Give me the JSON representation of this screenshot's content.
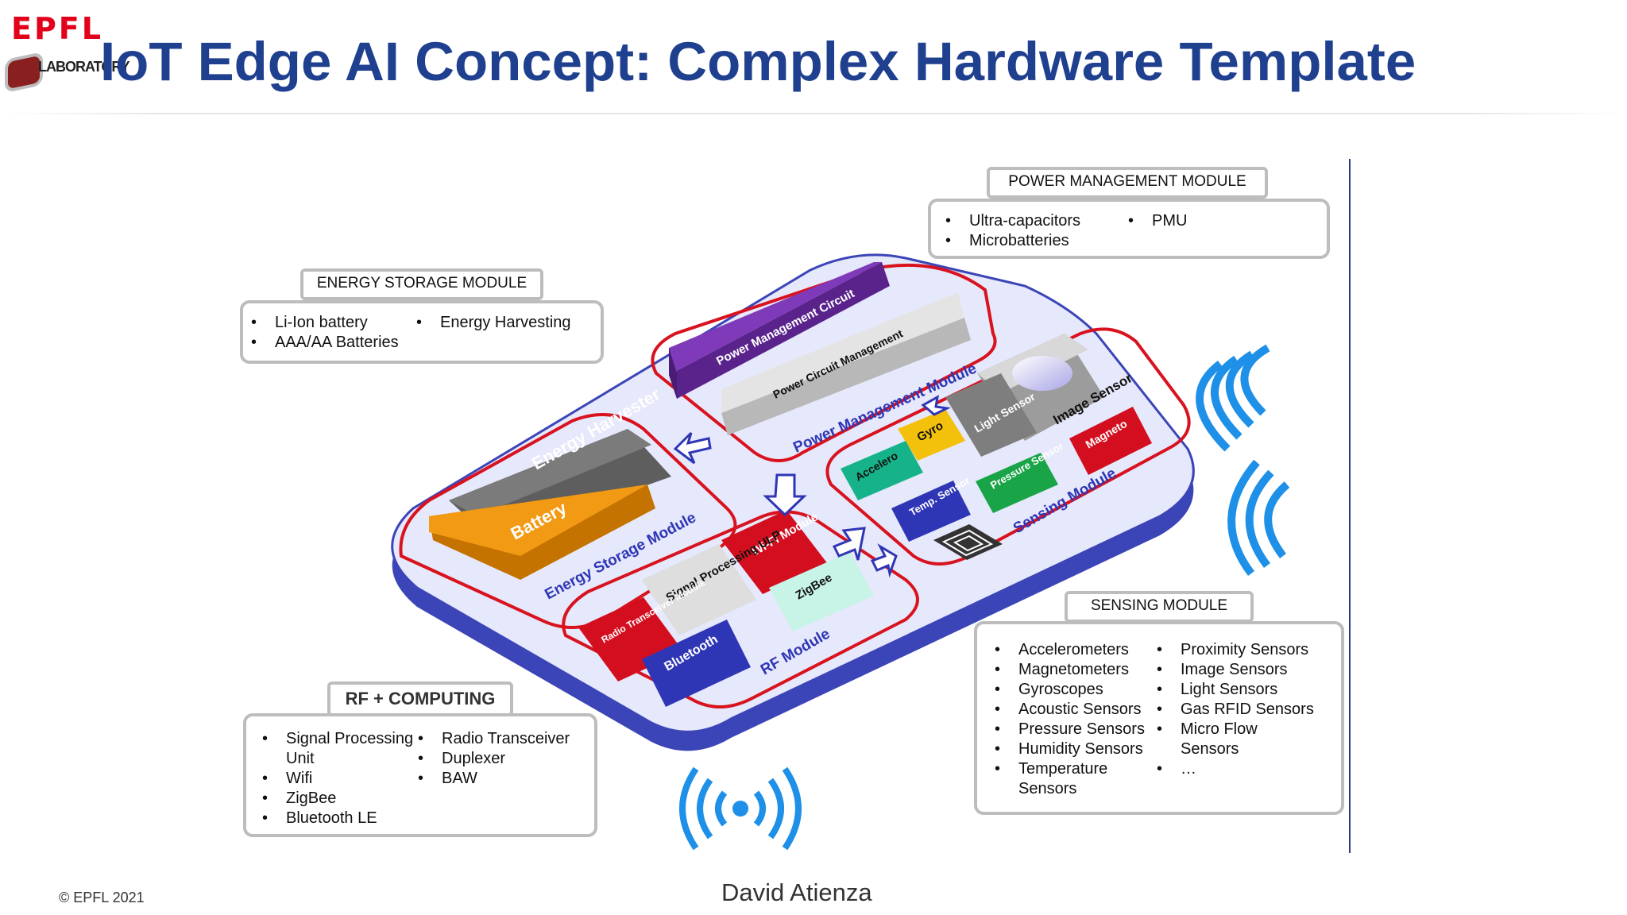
{
  "header": {
    "logo_text": "EPFL",
    "lab_logo_text": "LABORATORY",
    "title": "IoT Edge AI Concept: Complex Hardware Template"
  },
  "power_module_box": {
    "tab": "POWER MANAGEMENT MODULE",
    "items_left": [
      "Ultra-capacitors",
      "Microbatteries"
    ],
    "items_right": [
      "PMU"
    ]
  },
  "energy_module_box": {
    "tab": "ENERGY STORAGE MODULE",
    "items_left": [
      "Li-Ion battery",
      "AAA/AA Batteries"
    ],
    "items_right": [
      "Energy Harvesting"
    ]
  },
  "sensing_module_box": {
    "tab": "SENSING MODULE",
    "items_left": [
      "Accelerometers",
      "Magnetometers",
      "Gyroscopes",
      "Acoustic Sensors",
      "Pressure Sensors",
      "Humidity Sensors",
      "Temperature",
      "Sensors"
    ],
    "items_right": [
      "Proximity Sensors",
      "Image Sensors",
      "Light Sensors",
      "Gas RFID Sensors",
      "Micro Flow",
      "Sensors",
      "…"
    ]
  },
  "rf_module_box": {
    "tab": "RF + COMPUTING",
    "items_left": [
      "Signal Processing",
      "Unit",
      "Wifi",
      "ZigBee",
      "Bluetooth LE"
    ],
    "items_right": [
      "Radio Transceiver",
      "Duplexer",
      "BAW"
    ]
  },
  "board": {
    "power_circuit": "Power Management Circuit",
    "power_circuit_mgmt": "Power Circuit Management",
    "power_module": "Power Management Module",
    "energy_harvester": "Energy Harvester",
    "battery": "Battery",
    "energy_module": "Energy Storage Module",
    "image_sensor": "Image Sensor",
    "light_sensor": "Light Sensor",
    "gyro": "Gyro",
    "accelero": "Accelero",
    "pressure_sensor": "Pressure Sensor",
    "temp_sensor": "Temp. Sensor",
    "magneto": "Magneto",
    "sensing_module": "Sensing Module",
    "wifi_module": "Wi-Fi Module",
    "signal_processing": "Signal Processing ULP",
    "zigbee": "ZigBee",
    "radio_transceiver": "Radio Transceiver Module",
    "bluetooth": "Bluetooth",
    "rf_module": "RF Module"
  },
  "footer": {
    "copyright": "© EPFL 2021",
    "speaker": "David Atienza"
  },
  "colors": {
    "title_blue": "#1f3f8f",
    "board_fill": "#e6e8fb",
    "board_edge": "#3b45b7",
    "module_outline": "#d8131f",
    "wireless_blue": "#1e90e8",
    "purple_block": "#7e3ab8",
    "orange_block": "#f29a14",
    "red_block": "#d30f1f",
    "green_block": "#19a447",
    "teal_block": "#16b38a",
    "yellow_block": "#f3c10c",
    "navy_block": "#2f36b5",
    "mint_block": "#c8f3e7"
  },
  "icons": [
    "wireless-signal-icon",
    "broadcast-icon",
    "rfid-chip-icon",
    "flow-arrow-icon"
  ]
}
